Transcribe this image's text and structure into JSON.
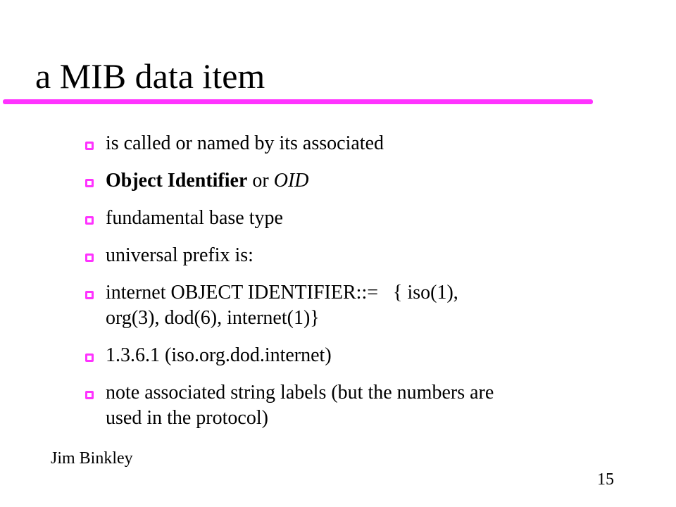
{
  "slide": {
    "title": "a MIB data item",
    "accent_color": "#ff33ff",
    "bullet_icon": "magenta-diamond-bullet-icon",
    "bullets": [
      {
        "text": "is called or named by its associated"
      },
      {
        "bold": "Object Identifier",
        "mid": " or ",
        "italic": "OID"
      },
      {
        "text": "fundamental base type"
      },
      {
        "text": "universal prefix is:"
      },
      {
        "line1": "internet OBJECT IDENTIFIER::=   { iso(1),",
        "line2": "org(3), dod(6), internet(1)}"
      },
      {
        "text": "1.3.6.1 (iso.org.dod.internet)"
      },
      {
        "line1": "note associated string labels (but the numbers are",
        "line2": "used in the protocol)"
      }
    ],
    "footer": {
      "author": "Jim Binkley",
      "page_number": "15"
    }
  }
}
